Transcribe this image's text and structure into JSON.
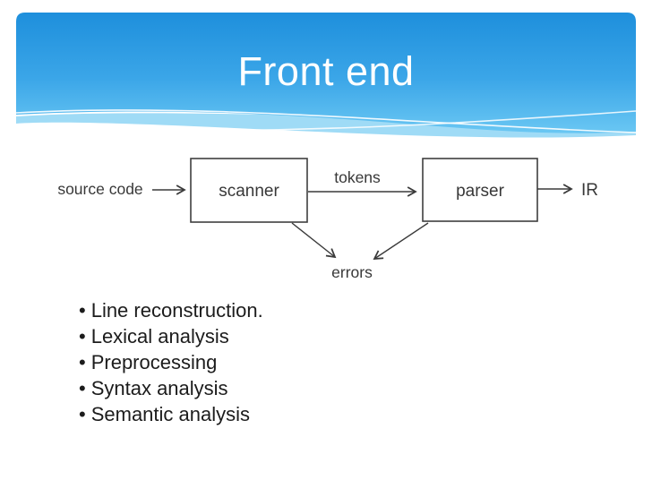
{
  "header": {
    "title": "Front end",
    "gradient_top": "#1E8FDC",
    "gradient_bottom": "#6AC7F3"
  },
  "diagram": {
    "type": "flow-diagram",
    "labels": {
      "source": "source code",
      "scanner": "scanner",
      "tokens": "tokens",
      "parser": "parser",
      "ir": "IR",
      "errors": "errors"
    },
    "nodes": [
      "source code",
      "scanner",
      "parser",
      "IR",
      "errors"
    ],
    "edges": [
      {
        "from": "source code",
        "to": "scanner",
        "label": ""
      },
      {
        "from": "scanner",
        "to": "parser",
        "label": "tokens"
      },
      {
        "from": "parser",
        "to": "IR",
        "label": ""
      },
      {
        "from": "scanner",
        "to": "errors",
        "label": ""
      },
      {
        "from": "parser",
        "to": "errors",
        "label": ""
      }
    ],
    "ink_color": "#3a3a3a"
  },
  "bullets": {
    "items": [
      "Line reconstruction.",
      "Lexical analysis",
      "Preprocessing",
      "Syntax analysis",
      "Semantic analysis"
    ]
  },
  "colors": {
    "background": "#ffffff",
    "body_text": "#1c1c1c",
    "title_text": "#ffffff"
  }
}
